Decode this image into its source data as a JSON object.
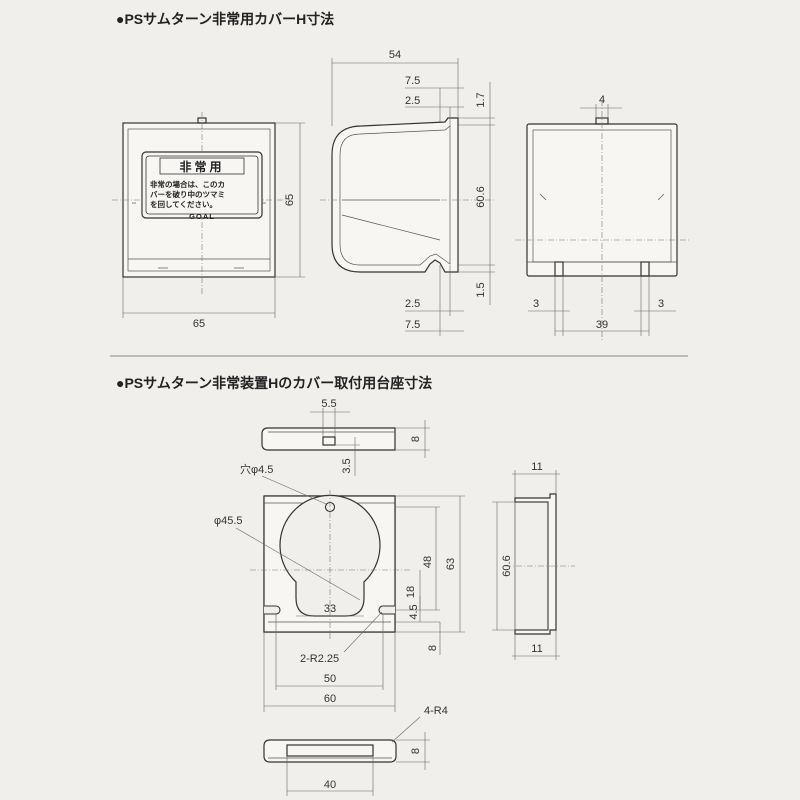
{
  "section_1": {
    "title": "●PSサムターン非常用カバーH寸法",
    "front_view": {
      "label_title": "非常用",
      "label_line1": "非常の場合は、このカ",
      "label_line2": "バーを破り中のツマミ",
      "label_line3": "を回してください。",
      "label_brand": "GOAL",
      "dim_width": "65",
      "dim_height": "65"
    },
    "side_view": {
      "dim_depth": "54",
      "dim_top_outer": "7.5",
      "dim_top_inner": "2.5",
      "dim_top_thick": "1.7",
      "dim_height": "60.6",
      "dim_bottom_thick": "1.5",
      "dim_bottom_inner": "2.5",
      "dim_bottom_outer": "7.5"
    },
    "top_view": {
      "dim_tab": "4",
      "dim_left": "3",
      "dim_right": "3",
      "dim_span": "39"
    }
  },
  "section_2": {
    "title": "●PSサムターン非常装置Hのカバー取付用台座寸法",
    "top_view": {
      "dim_slot_w": "5.5",
      "dim_height": "8",
      "dim_slot_d": "3.5"
    },
    "front_view": {
      "hole_label": "穴φ4.5",
      "circle_label": "φ45.5",
      "dim_33": "33",
      "radius_label": "2-R2.25",
      "dim_48": "48",
      "dim_63": "63",
      "dim_18": "18",
      "dim_4_5": "4.5",
      "dim_8": "8",
      "dim_50": "50",
      "dim_60": "60"
    },
    "side_view": {
      "dim_top": "11",
      "dim_height": "60.6",
      "dim_bottom": "11"
    },
    "bottom_view": {
      "radius_label": "4-R4",
      "dim_height": "8",
      "dim_width": "40"
    }
  }
}
